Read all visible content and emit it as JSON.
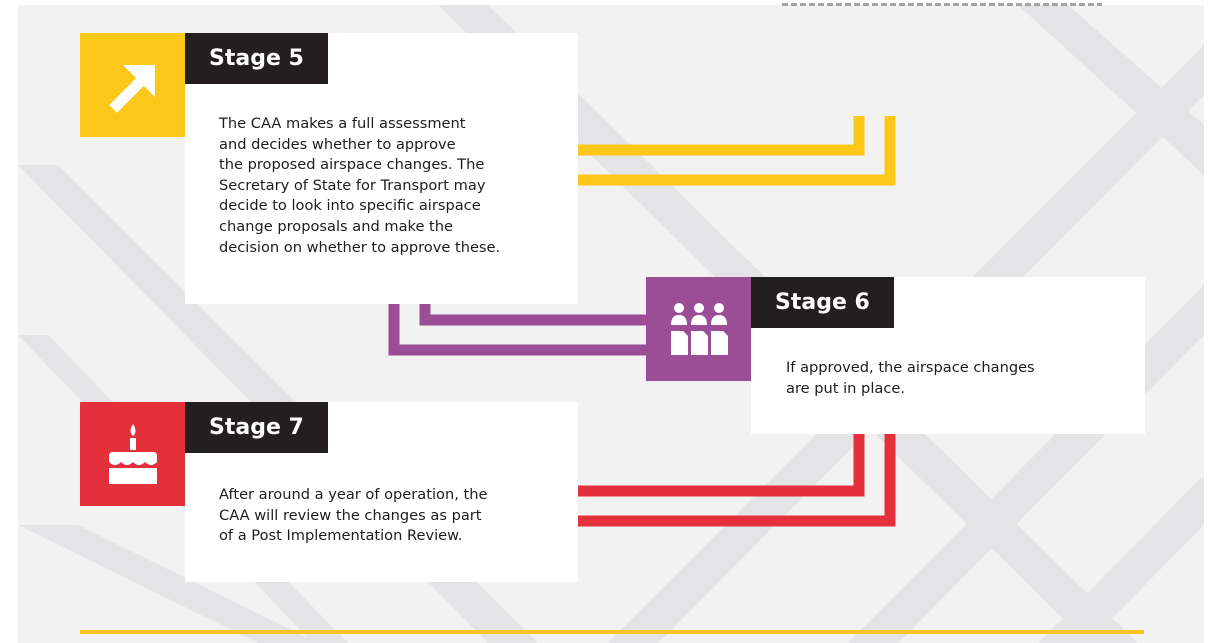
{
  "colors": {
    "yellow": "#fbc718",
    "purple": "#9b4d96",
    "red": "#e3303b",
    "dark": "#231f20",
    "background": "#f2f2f3"
  },
  "stages": [
    {
      "stage": "Stage 5",
      "icon": "arrow-up-right-icon",
      "color": "#fbc718",
      "text": "The CAA makes a full assessment\nand decides whether to approve\nthe proposed airspace changes. The\nSecretary of State for Transport may\ndecide to look into specific airspace\nchange proposals and make the\ndecision on whether to approve these."
    },
    {
      "stage": "Stage 6",
      "icon": "people-documents-icon",
      "color": "#9b4d96",
      "text": "If approved, the airspace changes\nare put in place."
    },
    {
      "stage": "Stage 7",
      "icon": "birthday-cake-icon",
      "color": "#e3303b",
      "text": "After around a year of operation, the\nCAA will review the changes as part\nof a Post Implementation Review."
    }
  ]
}
